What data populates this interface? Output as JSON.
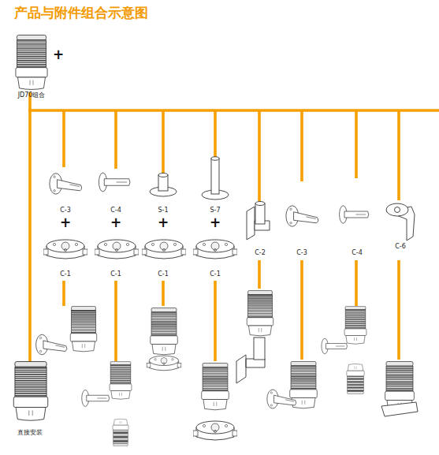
{
  "diagram": {
    "title": "产品与附件组合示意图",
    "labels": [
      "+",
      "JD70组合",
      "C-3",
      "C-4",
      "S-1",
      "S-7",
      "C-2",
      "C-3",
      "C-4",
      "C-6",
      "+",
      "+",
      "+",
      "+",
      "C-1",
      "C-1",
      "C-1",
      "C-1",
      "直接安装"
    ]
  }
}
